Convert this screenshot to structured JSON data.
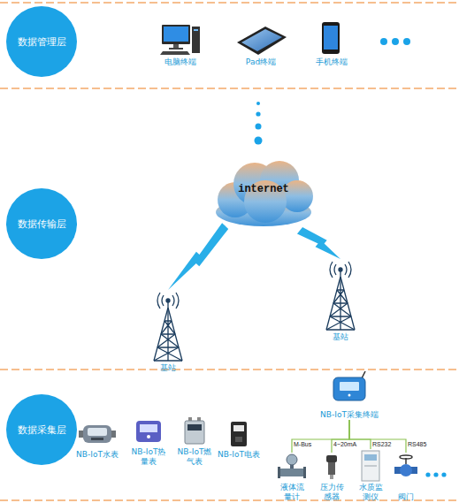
{
  "diagram": {
    "nodes": [
      {
        "text": [
          "数据管理层"
        ]
      },
      {
        "text": [
          "电脑终端"
        ]
      },
      {
        "text": [
          "Pad终端"
        ]
      },
      {
        "text": [
          "手机终端"
        ]
      },
      {
        "text": [
          "数据传输层"
        ]
      },
      {
        "text": [
          "internet"
        ]
      },
      {
        "text": [
          "基站"
        ]
      },
      {
        "text": [
          "基站"
        ]
      },
      {
        "text": [
          "数据采集层"
        ]
      },
      {
        "text": [
          "NB-IoT采集终端"
        ]
      },
      {
        "text": [
          "NB-IoT水表"
        ]
      },
      {
        "text": [
          "NB-IoT热量表"
        ]
      },
      {
        "text": [
          "NB-IoT燃气表"
        ]
      },
      {
        "text": [
          "NB-IoT电表"
        ]
      },
      {
        "text": [
          "液体流量计"
        ]
      },
      {
        "text": [
          "压力传感器"
        ]
      },
      {
        "text": [
          "水质监测仪"
        ]
      },
      {
        "text": [
          "阀门"
        ]
      }
    ],
    "edges": [
      {
        "from": 5,
        "to": 6,
        "arrow": "none"
      },
      {
        "from": 5,
        "to": 7,
        "arrow": "none"
      },
      {
        "from": 9,
        "to": 14,
        "label": "M-Bus",
        "arrow": "none"
      },
      {
        "from": 9,
        "to": 15,
        "label": "4~20mA",
        "arrow": "none"
      },
      {
        "from": 9,
        "to": 16,
        "label": "RS232",
        "arrow": "none"
      },
      {
        "from": 9,
        "to": 17,
        "label": "RS485",
        "arrow": "none"
      }
    ]
  }
}
